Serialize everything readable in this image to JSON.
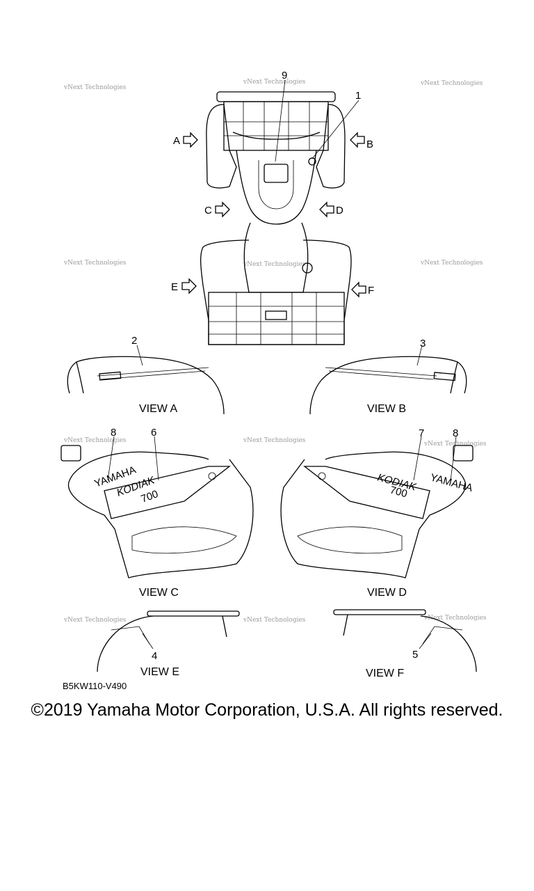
{
  "callouts": {
    "n1": "1",
    "n2": "2",
    "n3": "3",
    "n4": "4",
    "n5": "5",
    "n6": "6",
    "n7": "7",
    "n8a": "8",
    "n8b": "8",
    "n9": "9"
  },
  "view_arrows": {
    "a": "A",
    "b": "B",
    "c": "C",
    "d": "D",
    "e": "E",
    "f": "F"
  },
  "views": {
    "a": "VIEW A",
    "b": "VIEW B",
    "c": "VIEW C",
    "d": "VIEW D",
    "e": "VIEW E",
    "f": "VIEW F"
  },
  "decal_text": {
    "brand": "YAMAHA",
    "model": "KODIAK",
    "number": "700"
  },
  "watermark": "vNext Technologies",
  "diagram_code": "B5KW110-V490",
  "copyright": "©2019 Yamaha Motor Corporation, U.S.A. All rights reserved."
}
